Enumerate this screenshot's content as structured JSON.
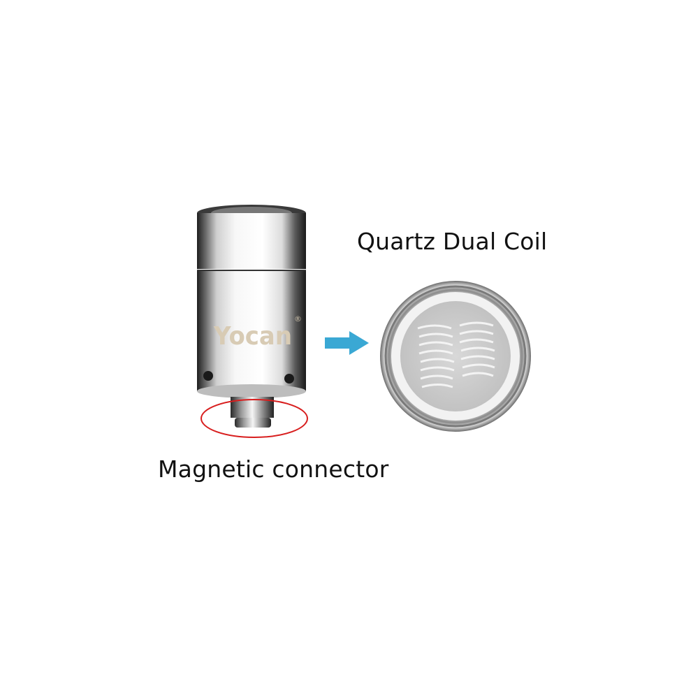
{
  "labels": {
    "quartz_coil": "Quartz Dual Coil",
    "magnetic_connector": "Magnetic connector"
  },
  "product": {
    "brand": "Yocan",
    "brand_mark": "®"
  },
  "colors": {
    "background": "#ffffff",
    "arrow": "#3aa8d4",
    "highlight_ellipse": "#d81e1e",
    "brand_text": "#d8cbb4",
    "metal_dark": "#2b2b2b",
    "metal_light": "#f2f2f2"
  }
}
